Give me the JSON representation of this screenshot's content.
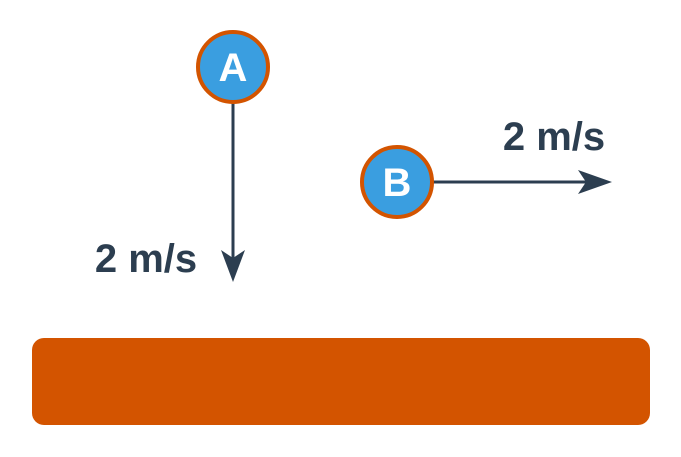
{
  "colors": {
    "ball_fill": "#3a9ee0",
    "ball_stroke": "#d35400",
    "arrow": "#2c3e50",
    "ground": "#d35400",
    "text_dark": "#2c3e50",
    "text_light": "#ffffff"
  },
  "balls": [
    {
      "label": "A",
      "velocity_label": "2 m/s",
      "direction": "down"
    },
    {
      "label": "B",
      "velocity_label": "2 m/s",
      "direction": "right"
    }
  ]
}
